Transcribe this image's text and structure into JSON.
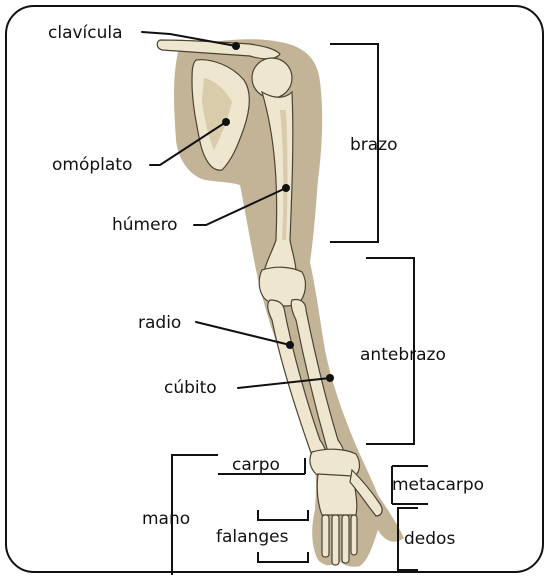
{
  "labels": {
    "clavicula": "clavícula",
    "omoplato": "omóplato",
    "humero": "húmero",
    "brazo": "brazo",
    "radio": "radio",
    "cubito": "cúbito",
    "antebrazo": "antebrazo",
    "carpo": "carpo",
    "metacarpo": "metacarpo",
    "mano": "mano",
    "falanges": "falanges",
    "dedos": "dedos"
  },
  "colors": {
    "silhouette": "#c3b498",
    "bone": "#eee6cf",
    "bone_outline": "#4a4434",
    "line": "#111111"
  }
}
